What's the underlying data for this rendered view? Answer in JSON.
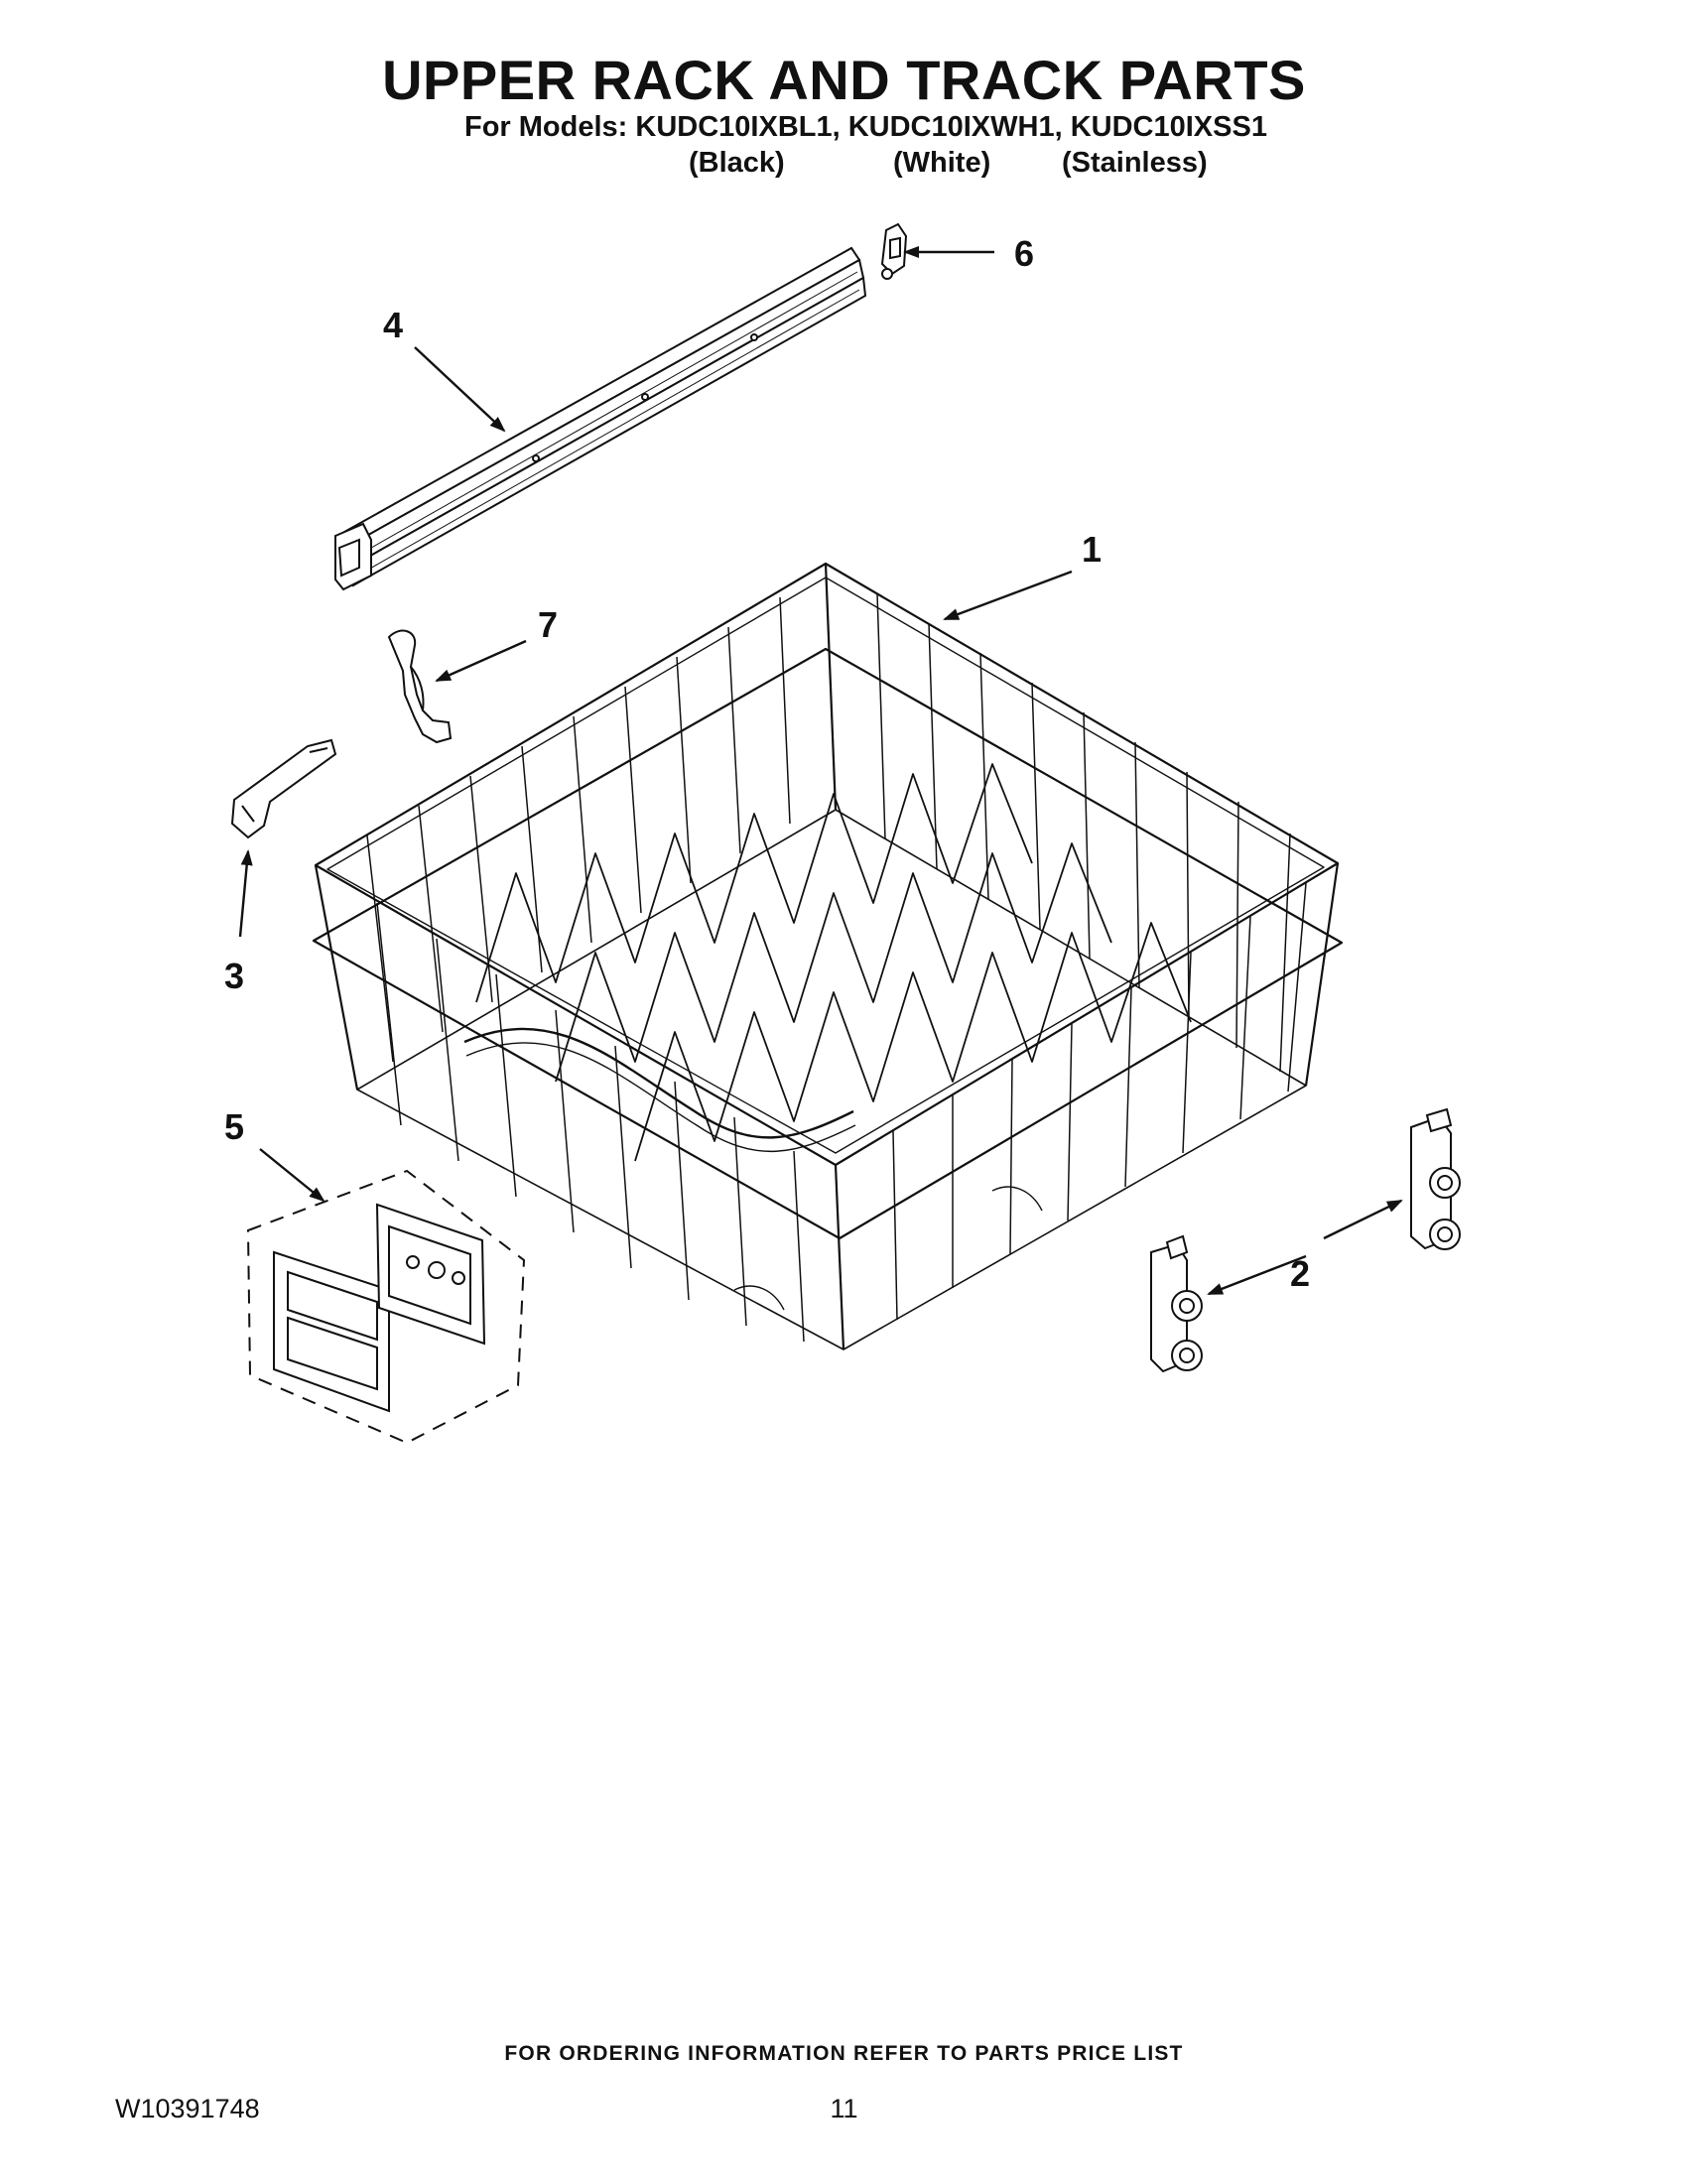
{
  "header": {
    "title": "UPPER RACK AND TRACK PARTS",
    "models_line": "For Models: KUDC10IXBL1, KUDC10IXWH1, KUDC10IXSS1",
    "variants": [
      "(Black)",
      "(White)",
      "(Stainless)"
    ]
  },
  "callouts": [
    "1",
    "2",
    "3",
    "4",
    "5",
    "6",
    "7"
  ],
  "footer": {
    "ordering_note": "FOR ORDERING INFORMATION REFER TO PARTS PRICE LIST",
    "doc_number": "W10391748",
    "page_number": "11"
  },
  "colors": {
    "ink": "#111111",
    "background": "#ffffff"
  }
}
